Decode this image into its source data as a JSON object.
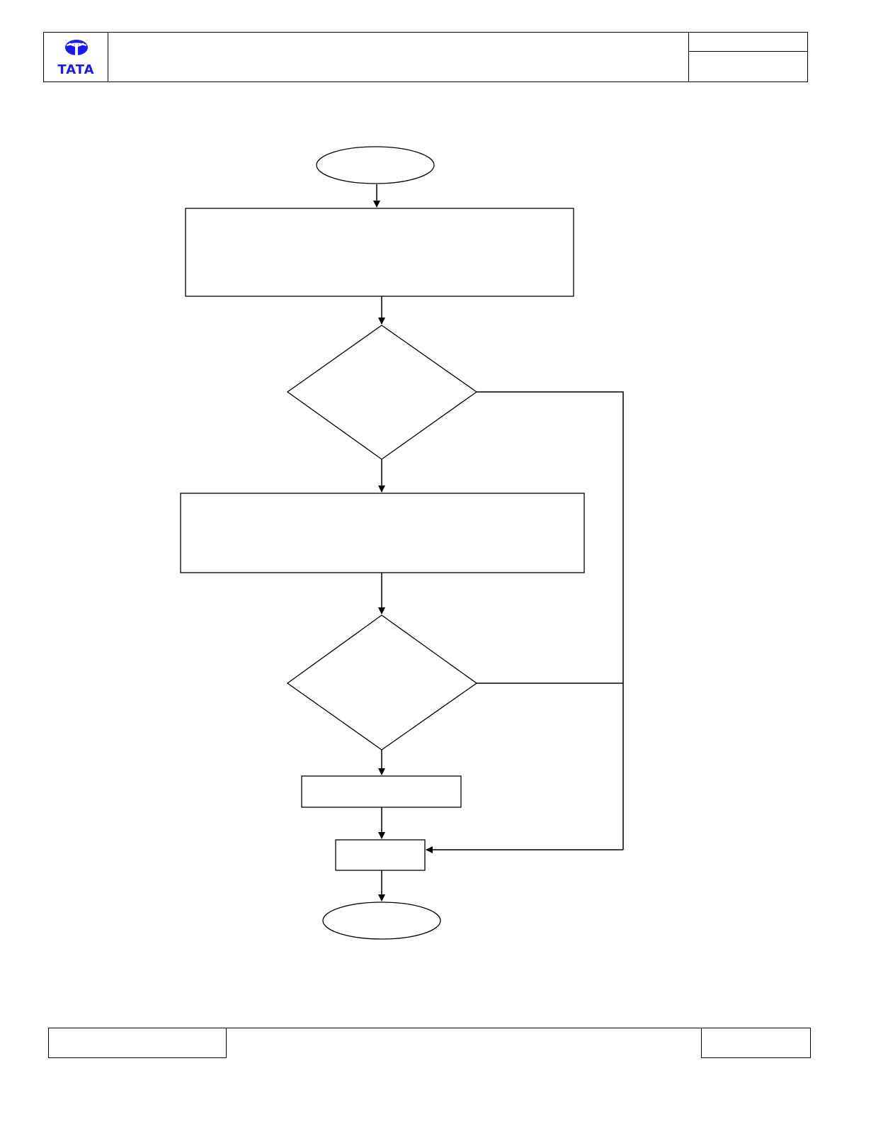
{
  "header": {
    "logo_text": "TATA",
    "brand_color": "#1a1aee"
  },
  "diagram": {
    "nodes": [
      {
        "id": "start",
        "shape": "ellipse",
        "label": ""
      },
      {
        "id": "process-1",
        "shape": "rect",
        "label": ""
      },
      {
        "id": "decision-1",
        "shape": "diamond",
        "label": ""
      },
      {
        "id": "process-2",
        "shape": "rect",
        "label": ""
      },
      {
        "id": "decision-2",
        "shape": "diamond",
        "label": ""
      },
      {
        "id": "process-3",
        "shape": "rect",
        "label": ""
      },
      {
        "id": "process-4",
        "shape": "rect",
        "label": ""
      },
      {
        "id": "end",
        "shape": "ellipse",
        "label": ""
      }
    ],
    "edges": [
      {
        "from": "start",
        "to": "process-1"
      },
      {
        "from": "process-1",
        "to": "decision-1"
      },
      {
        "from": "decision-1",
        "to": "process-2"
      },
      {
        "from": "decision-1",
        "to": "process-4"
      },
      {
        "from": "process-2",
        "to": "decision-2"
      },
      {
        "from": "decision-2",
        "to": "process-3"
      },
      {
        "from": "decision-2",
        "to": "process-4"
      },
      {
        "from": "process-3",
        "to": "process-4"
      },
      {
        "from": "process-4",
        "to": "end"
      }
    ]
  }
}
